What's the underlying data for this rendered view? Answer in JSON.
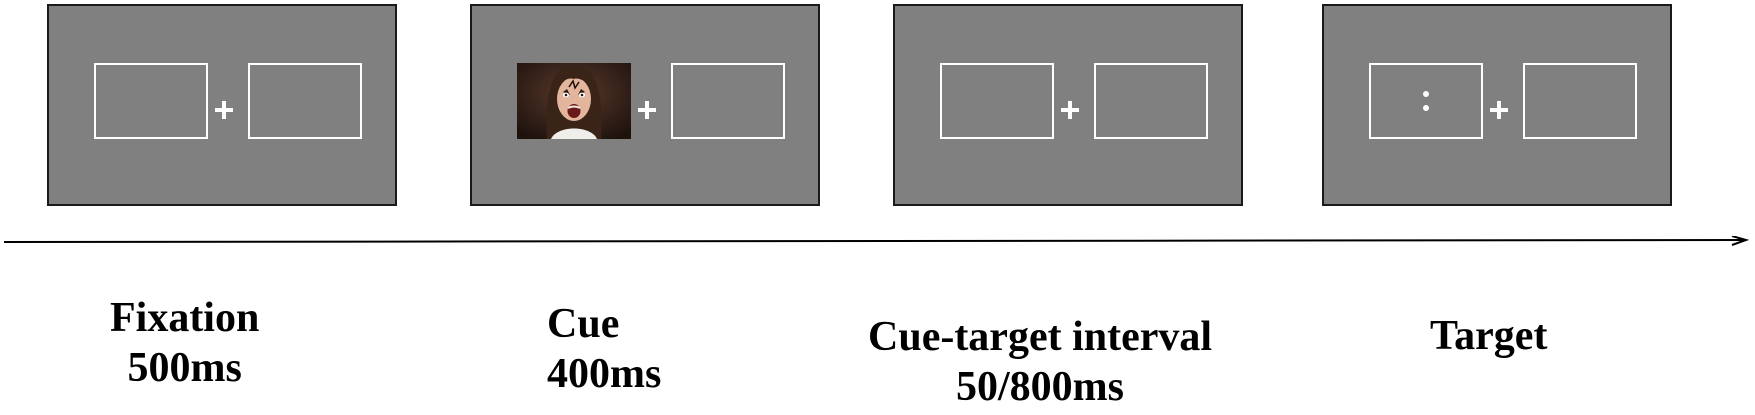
{
  "stages": [
    {
      "name": "Fixation",
      "duration": "500ms"
    },
    {
      "name": "Cue",
      "duration": "400ms"
    },
    {
      "name": "Cue-target interval",
      "duration": "50/800ms"
    },
    {
      "name": "Target",
      "duration": ""
    }
  ],
  "colors": {
    "screen": "#808080",
    "box_outline": "#ffffff",
    "text": "#000000"
  },
  "icons": {
    "fixation": "plus-cross",
    "cue": "fearful-face-photo",
    "target": "colon-dots"
  }
}
